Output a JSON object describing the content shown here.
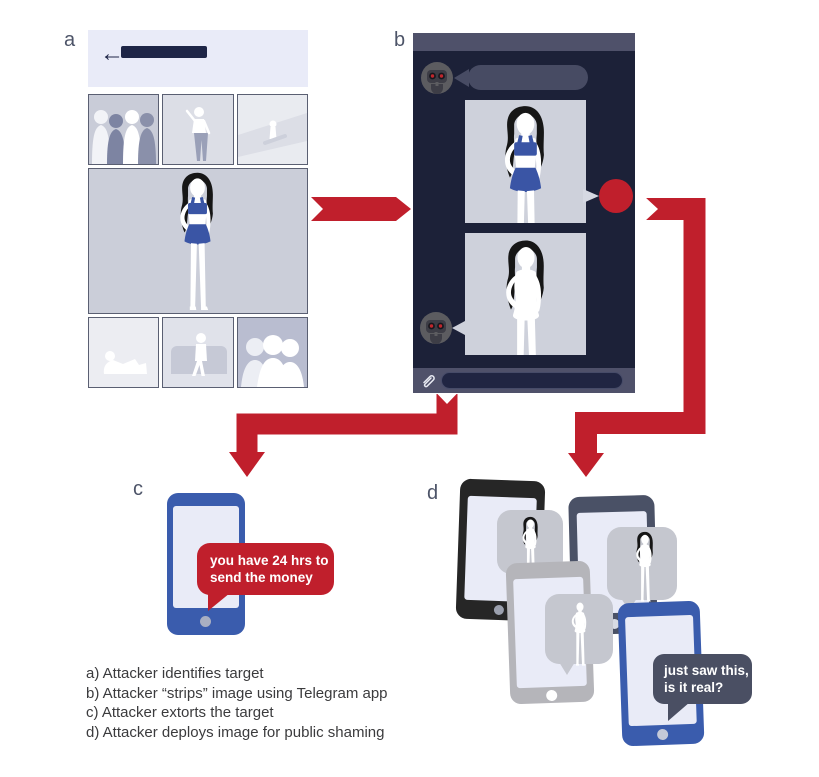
{
  "figure_labels": {
    "a": "a",
    "b": "b",
    "c": "c",
    "d": "d"
  },
  "caption": {
    "line_a": "a) Attacker identifies target",
    "line_b": "b) Attacker “strips” image using Telegram app",
    "line_c": "c) Attacker extorts the target",
    "line_d": "d) Attacker deploys image for public shaming"
  },
  "extortion_bubble": {
    "line1": "you have 24 hrs to",
    "line2": "send the money"
  },
  "shaming_bubble": {
    "line1": "just saw this,",
    "line2": "is it real?"
  },
  "icons": {
    "back_arrow": "←",
    "paperclip": "paperclip-icon",
    "bot_avatar": "robot-avatar-icon",
    "send_indicator": "red-circle-button",
    "home_button": "home-button"
  },
  "colors": {
    "accent_red": "#c01f2c",
    "chat_background": "#1c2138",
    "chat_bar": "#4f516a",
    "outfit_blue": "#3a55a5",
    "phone_blue": "#3a5cad",
    "phone_black": "#262626",
    "phone_navy": "#4a5166",
    "phone_gray": "#b5b5ba",
    "screen_lavender": "#e9ebf7",
    "slate_bubble": "#4a4f63",
    "profile_header": "#e9ebf8",
    "redacted_bar_navy": "#1e2547"
  }
}
